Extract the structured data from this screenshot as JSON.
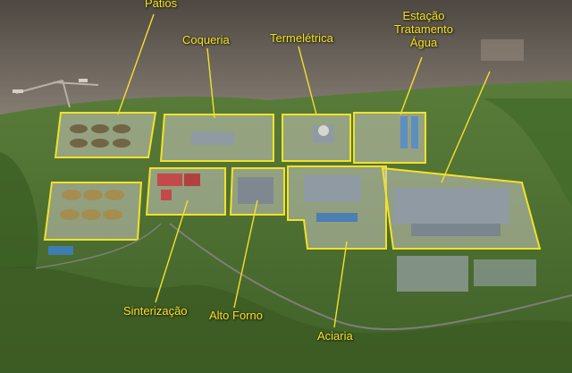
{
  "labels": {
    "patios": "Pátios",
    "coqueria": "Coqueria",
    "termeletrica": "Termelétrica",
    "estacao": [
      "Estação",
      "Tratamento",
      "Água"
    ],
    "sinterizacao": "Sinterização",
    "alto_forno": "Alto Forno",
    "aciaria": "Aciaria"
  },
  "colors": {
    "highlight": "#f2e12a",
    "water": "#6a6259",
    "vegetation": "#4f7233"
  }
}
